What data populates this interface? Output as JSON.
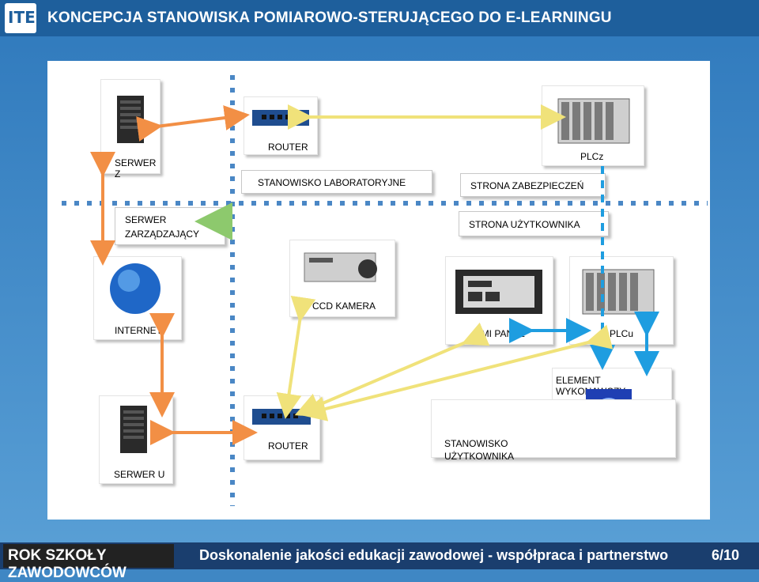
{
  "header": {
    "title": "KONCEPCJA STANOWISKA POMIAROWO-STERUJĄCEGO DO E-LEARNINGU",
    "logo_text": "ITE"
  },
  "footer": {
    "brand": "ROK SZKOŁY ZAWODOWCÓW",
    "caption": "Doskonalenie jakości edukacji zawodowej - współpraca i partnerstwo",
    "page": "6/10"
  },
  "labels": {
    "serwer_z": "SERWER Z",
    "router_top": "ROUTER",
    "plcz": "PLCz",
    "stanowisko_lab": "STANOWISKO LABORATORYJNE",
    "strona_zabezpieczen": "STRONA ZABEZPIECZEŃ",
    "serwer_zarzadzajacy_1": "SERWER",
    "serwer_zarzadzajacy_2": "ZARZĄDZAJĄCY",
    "strona_uzytkownika": "STRONA UŻYTKOWNIKA",
    "ccd_kamera": "CCD KAMERA",
    "internet": "INTERNET",
    "hmi_panel": "HMI PANEL",
    "plcu": "PLCu",
    "element_wykonawczy": "ELEMENT WYKONAWCZY",
    "router_bottom": "ROUTER",
    "stanowisko_uzytkownika_1": "STANOWISKO",
    "stanowisko_uzytkownika_2": "UŻYTKOWNIKA",
    "serwer_u": "SERWER U"
  },
  "colors": {
    "orange": "#f28f45",
    "yellow": "#f0e27a",
    "blue": "#1e9de0",
    "green": "#8dc96d",
    "divider": "#4a87c5"
  }
}
